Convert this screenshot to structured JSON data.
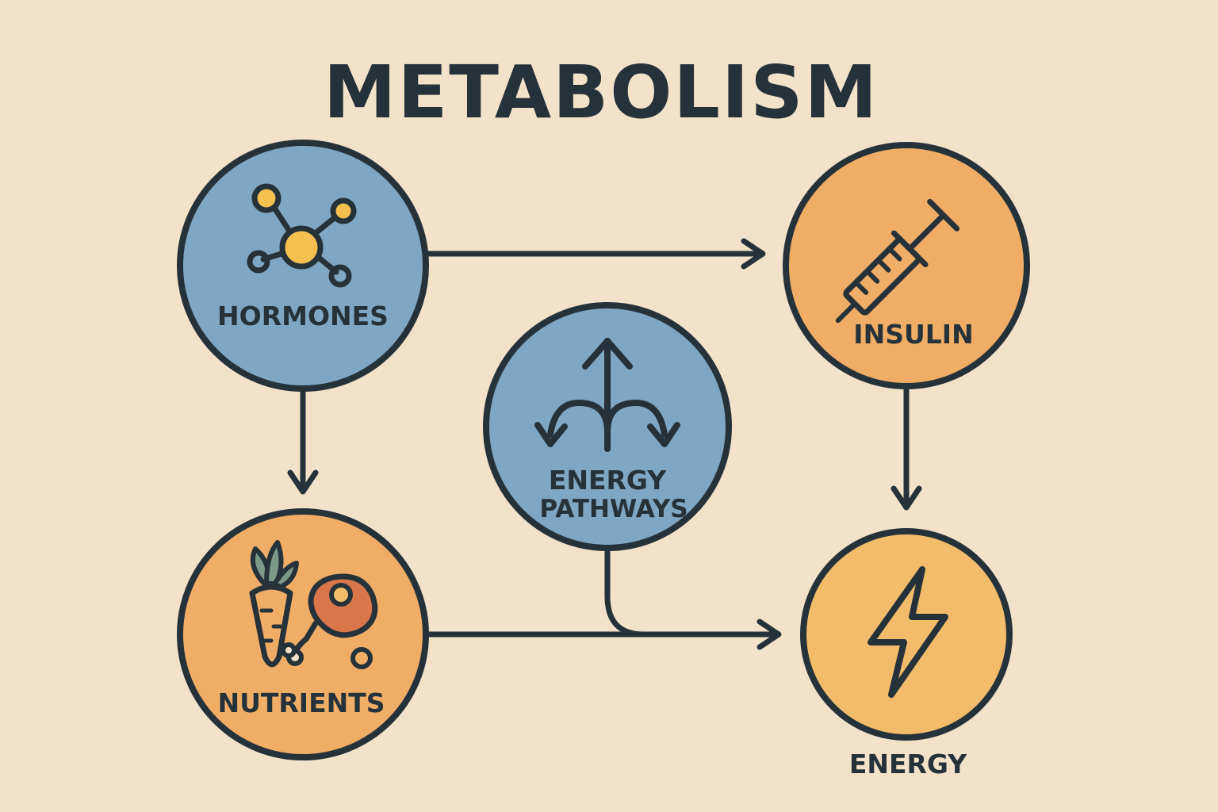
{
  "title": "METABOLISM",
  "nodes": {
    "hormones": {
      "label": "HORMONES",
      "icon": "molecule-icon",
      "color": "#7FA6C2"
    },
    "insulin": {
      "label": "INSULIN",
      "icon": "syringe-icon",
      "color": "#F0AD66"
    },
    "energy_pathways": {
      "label_line1": "ENERGY",
      "label_line2": "PATHWAYS",
      "icon": "branching-arrows-icon",
      "color": "#7FA6C2"
    },
    "nutrients": {
      "label": "NUTRIENTS",
      "icon": "carrot-and-meat-icon",
      "color": "#F0AD66"
    },
    "energy": {
      "label": "ENERGY",
      "icon": "lightning-bolt-icon",
      "color": "#F3BC6B"
    }
  },
  "connections": [
    {
      "from": "hormones",
      "to": "insulin"
    },
    {
      "from": "hormones",
      "to": "nutrients"
    },
    {
      "from": "insulin",
      "to": "energy"
    },
    {
      "from": "nutrients",
      "to": "energy"
    },
    {
      "from": "energy_pathways",
      "to": "energy"
    }
  ],
  "colors": {
    "background": "#F3E2CA",
    "ink": "#26323A",
    "blue": "#7FA6C2",
    "orange": "#F0AD66",
    "accent_yellow": "#F5C04F",
    "meat": "#D9774A"
  }
}
